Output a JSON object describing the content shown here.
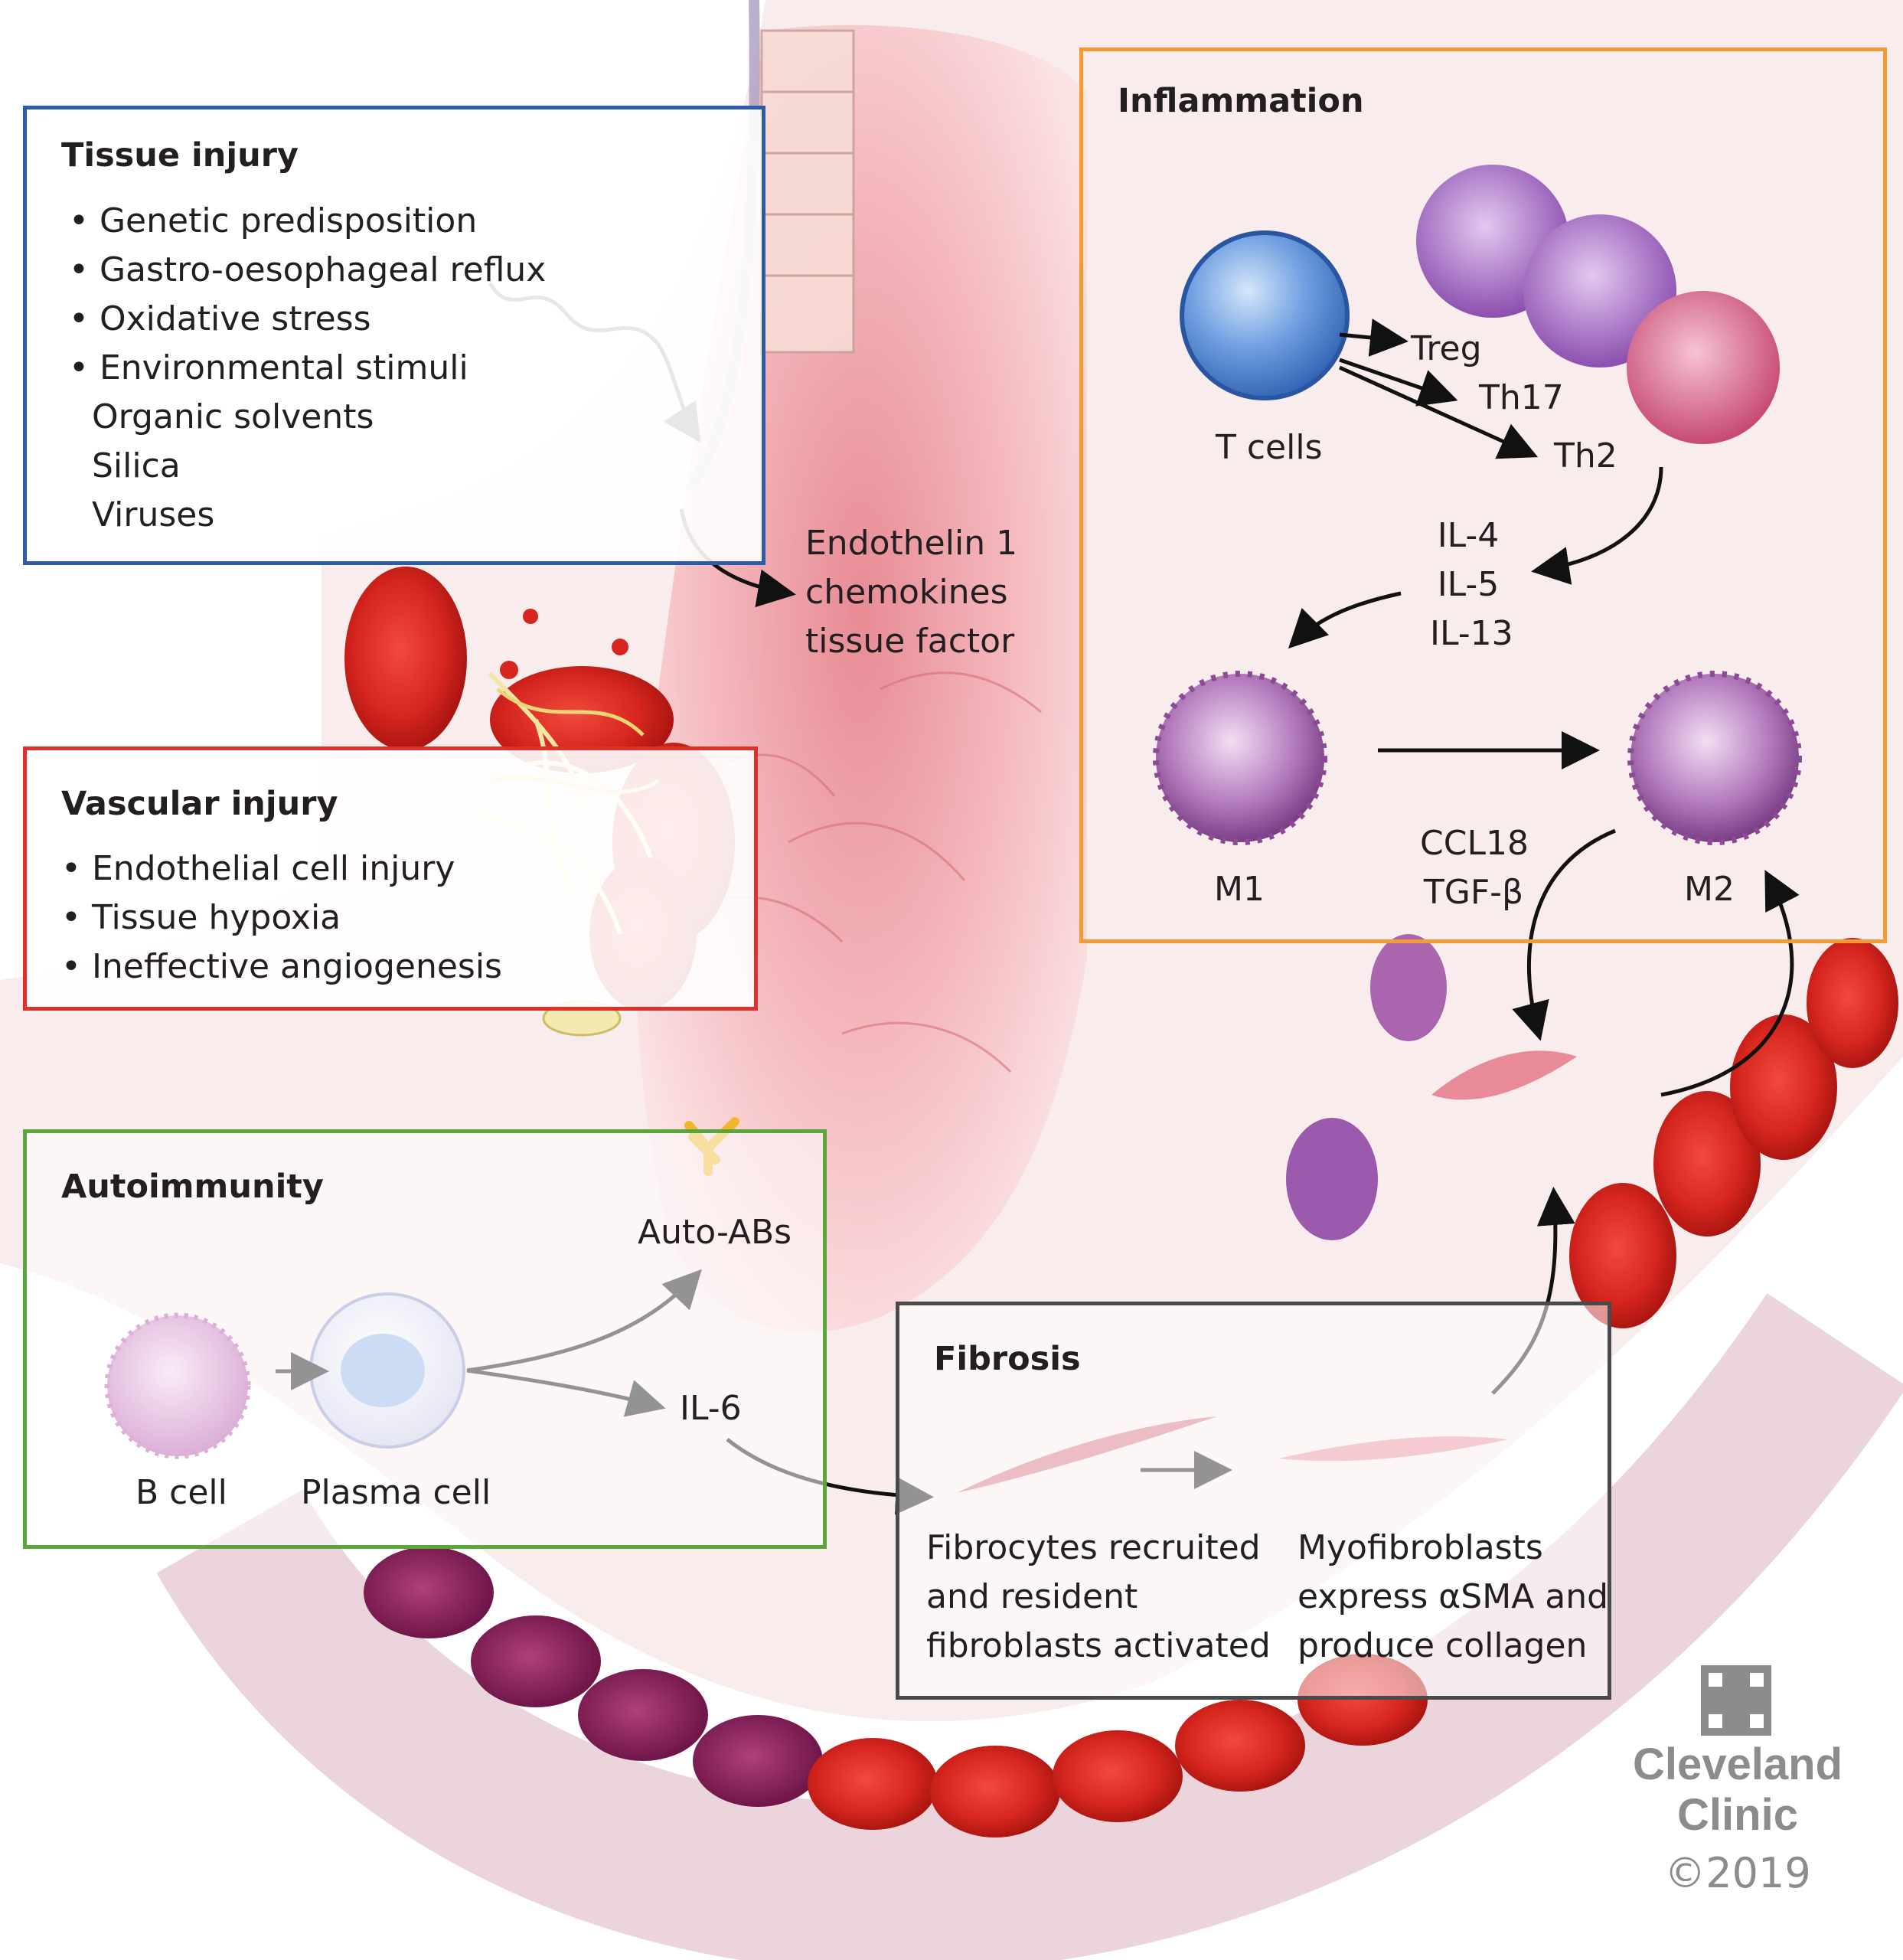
{
  "colors": {
    "tissue_injury": "#2e5aa8",
    "vascular_injury": "#e0302a",
    "autoimmunity": "#5aa63c",
    "inflammation": "#f39c35",
    "fibrosis": "#4a4a4a",
    "blood_red": "#d7261f",
    "lumen_pink": "#f1a7ad",
    "macrophage_purple": "#9b4fa3",
    "logo_gray": "#8a8c8e"
  },
  "tissue_injury": {
    "title": "Tissue injury",
    "items": [
      "• Genetic predisposition",
      "• Gastro-oesophageal reflux",
      "• Oxidative stress",
      "• Environmental stimuli"
    ],
    "subitems": [
      "Organic solvents",
      "Silica",
      "Viruses"
    ]
  },
  "vascular_injury": {
    "title": "Vascular injury",
    "items": [
      "• Endothelial cell injury",
      "• Tissue hypoxia",
      "• Ineffective angiogenesis"
    ]
  },
  "endothelin": {
    "lines": [
      "Endothelin 1",
      "chemokines",
      "tissue factor"
    ]
  },
  "inflammation": {
    "title": "Inflammation",
    "t_cells": "T cells",
    "treg": "Treg",
    "th17": "Th17",
    "th2": "Th2",
    "cytokines": [
      "IL-4",
      "IL-5",
      "IL-13"
    ],
    "m1": "M1",
    "m2": "M2",
    "ccl18": "CCL18",
    "tgfb": "TGF-β"
  },
  "autoimmunity": {
    "title": "Autoimmunity",
    "auto_abs": "Auto-ABs",
    "b_cell": "B cell",
    "plasma_cell": "Plasma cell",
    "il6": "IL-6"
  },
  "fibrosis": {
    "title": "Fibrosis",
    "left_lines": [
      "Fibrocytes recruited",
      "and resident",
      "fibroblasts activated"
    ],
    "right_lines": [
      "Myofibroblasts",
      "express αSMA and",
      "produce collagen"
    ]
  },
  "logo": {
    "line1": "Cleveland",
    "line2": "Clinic",
    "copyright": "©2019"
  }
}
